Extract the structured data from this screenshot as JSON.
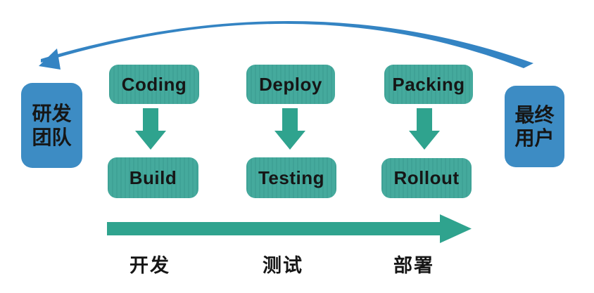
{
  "diagram": {
    "endpoints": {
      "left": {
        "label_lines": [
          "研发",
          "团队"
        ]
      },
      "right": {
        "label_lines": [
          "最终",
          "用户"
        ]
      }
    },
    "stages": [
      {
        "phase_label": "开发",
        "top_box": "Coding",
        "bottom_box": "Build"
      },
      {
        "phase_label": "测试",
        "top_box": "Deploy",
        "bottom_box": "Testing"
      },
      {
        "phase_label": "部署",
        "top_box": "Packing",
        "bottom_box": "Rollout"
      }
    ],
    "arrows": {
      "feedback_curve": "right-to-left feedback loop from end user to dev team",
      "timeline": "left-to-right pipeline direction",
      "step": "top box to bottom box"
    },
    "colors": {
      "teal": "#41A89B",
      "teal_arrow": "#2FA38E",
      "blue_box": "#3D8CC4",
      "curve_arrow": "#3484C3",
      "text": "#161616"
    }
  }
}
